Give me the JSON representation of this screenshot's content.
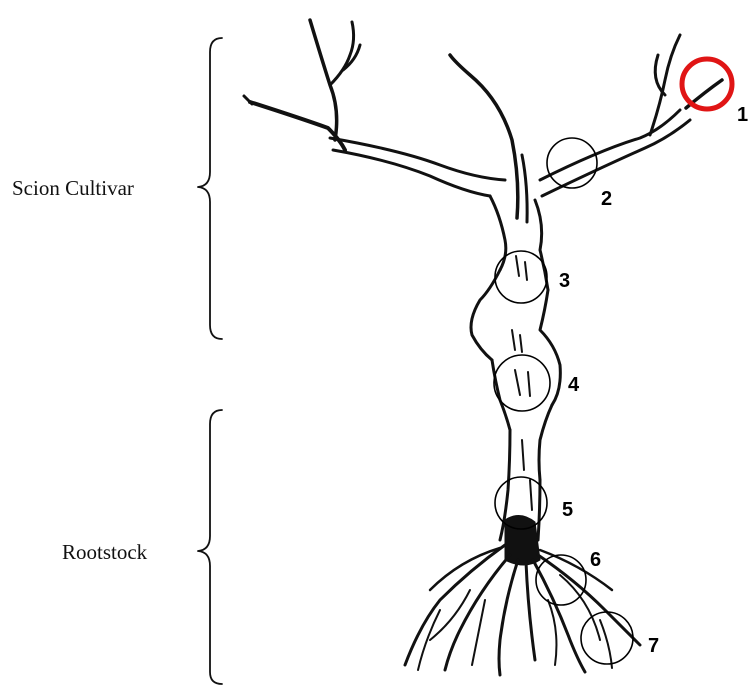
{
  "labels": {
    "scion": "Scion Cultivar",
    "rootstock": "Rootstock"
  },
  "markers": [
    {
      "id": "1",
      "highlighted": true
    },
    {
      "id": "2",
      "highlighted": false
    },
    {
      "id": "3",
      "highlighted": false
    },
    {
      "id": "4",
      "highlighted": false
    },
    {
      "id": "5",
      "highlighted": false
    },
    {
      "id": "6",
      "highlighted": false
    },
    {
      "id": "7",
      "highlighted": false
    }
  ],
  "colors": {
    "ink": "#111111",
    "highlight": "#e01515",
    "background": "#ffffff"
  }
}
